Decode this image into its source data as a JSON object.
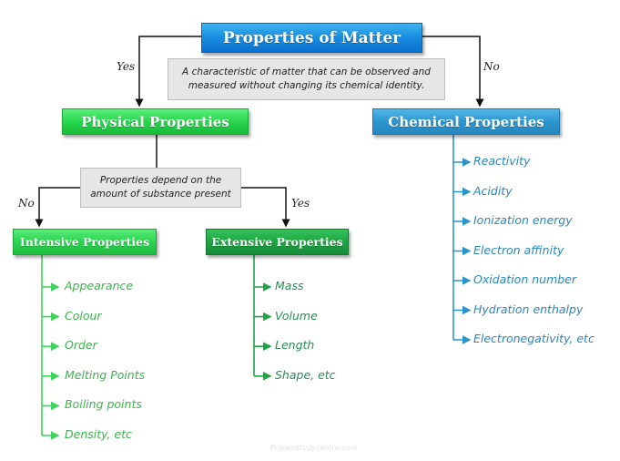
{
  "title": "Properties of Matter",
  "definition_note": {
    "line1": "A characteristic of matter that can be observed and",
    "line2": "measured without changing its chemical identity."
  },
  "branches": {
    "yes_label": "Yes",
    "no_label": "No"
  },
  "physical": {
    "title": "Physical Properties",
    "note": {
      "line1": "Properties depend on the",
      "line2": "amount of substance present"
    },
    "no_label": "No",
    "yes_label": "Yes",
    "intensive": {
      "title": "Intensive Properties",
      "items": [
        "Appearance",
        "Colour",
        "Order",
        "Melting Points",
        "Boiling points",
        "Density, etc"
      ]
    },
    "extensive": {
      "title": "Extensive Properties",
      "items": [
        "Mass",
        "Volume",
        "Length",
        "Shape, etc"
      ]
    }
  },
  "chemical": {
    "title": "Chemical Properties",
    "items": [
      "Reactivity",
      "Acidity",
      "Ionization energy",
      "Electron affinity",
      "Oxidation number",
      "Hydration enthalpy",
      "Electronegativity, etc"
    ]
  },
  "colors": {
    "title_blue": "#1a8fe0",
    "physical_green": "#27d64c",
    "chemical_blue": "#2c95d0",
    "intensive_green": "#2bd350",
    "extensive_green": "#1fa443",
    "intensive_text": "#3cb44b",
    "extensive_text": "#2e8b57",
    "chemical_text": "#2a86bd",
    "note_gray": "#e6e6e6"
  },
  "watermark": "Priyamstudycentre.com"
}
